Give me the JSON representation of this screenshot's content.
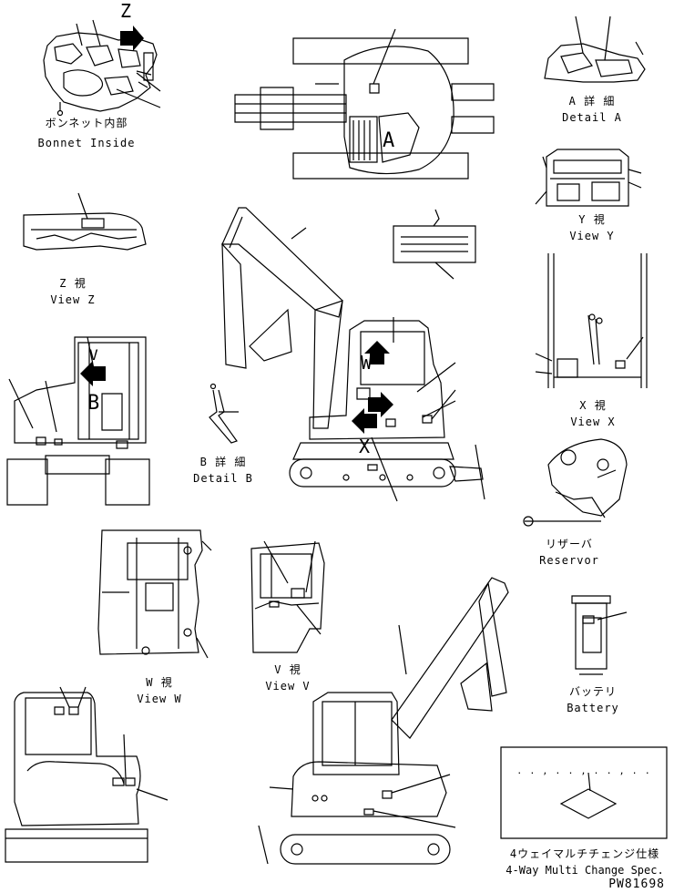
{
  "views": {
    "bonnet": {
      "jp": "ボンネット内部",
      "en": "Bonnet Inside",
      "key": "Z"
    },
    "detail_a": {
      "jp": "A 詳 細",
      "en": "Detail A",
      "key": "A"
    },
    "view_y": {
      "jp": "Y  視",
      "en": "View Y"
    },
    "view_z": {
      "jp": "Z  視",
      "en": "View Z"
    },
    "detail_b": {
      "jp": "B 詳 細",
      "en": "Detail B",
      "key": "B"
    },
    "view_x": {
      "jp": "X  視",
      "en": "View X",
      "key": "X"
    },
    "reservor": {
      "jp": "リザーバ",
      "en": "Reservor"
    },
    "view_w": {
      "jp": "W  視",
      "en": "View W",
      "key": "W"
    },
    "view_v": {
      "jp": "V  視",
      "en": "View V",
      "key": "V"
    },
    "battery": {
      "jp": "バッテリ",
      "en": "Battery"
    },
    "multi_change": {
      "jp": "4ウェイマルチチェンジ仕様",
      "en": "4-Way Multi Change Spec.",
      "dots": ". . , . . , . . , . ."
    }
  },
  "drawing_no": "PW81698"
}
